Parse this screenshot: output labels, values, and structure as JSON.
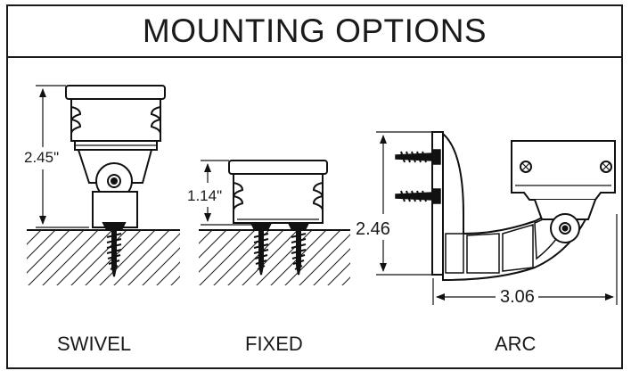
{
  "title": "MOUNTING OPTIONS",
  "options": [
    {
      "label": "SWIVEL",
      "dimension": "2.45\""
    },
    {
      "label": "FIXED",
      "dimension": "1.14\""
    },
    {
      "label": "ARC",
      "height_dimension": "2.46",
      "width_dimension": "3.06"
    }
  ]
}
